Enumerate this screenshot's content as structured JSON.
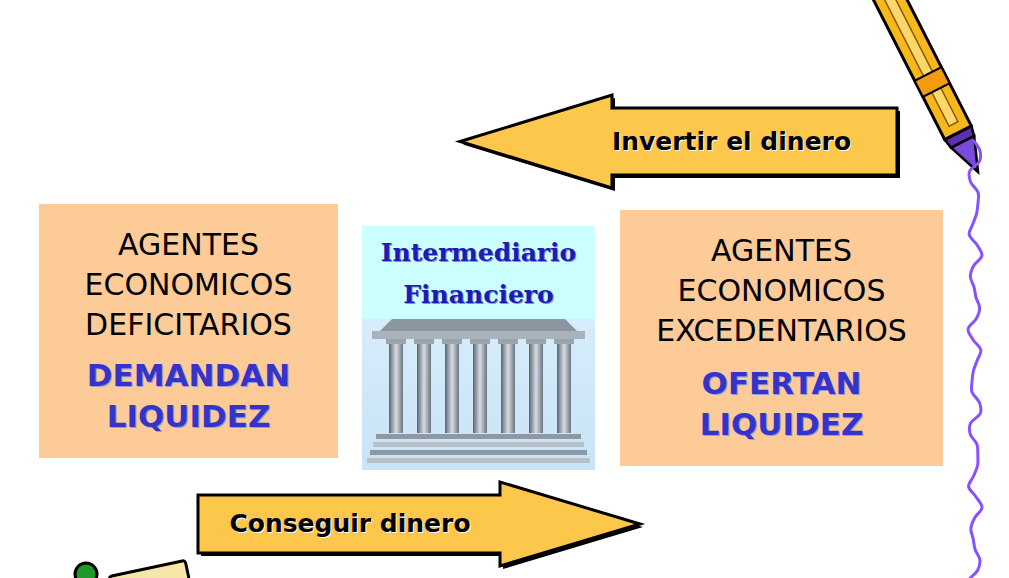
{
  "diagram": {
    "nodes": [
      {
        "text": [
          "Invertir el dinero"
        ]
      },
      {
        "text": [
          "AGENTES ECONOMICOS DEFICITARIOS",
          "DEMANDAN LIQUIDEZ"
        ]
      },
      {
        "text": [
          "Intermediario Financiero"
        ]
      },
      {
        "text": [
          "AGENTES ECONOMICOS EXCEDENTARIOS",
          "OFERTAN LIQUIDEZ"
        ]
      },
      {
        "text": [
          "Conseguir dinero"
        ]
      }
    ]
  }
}
